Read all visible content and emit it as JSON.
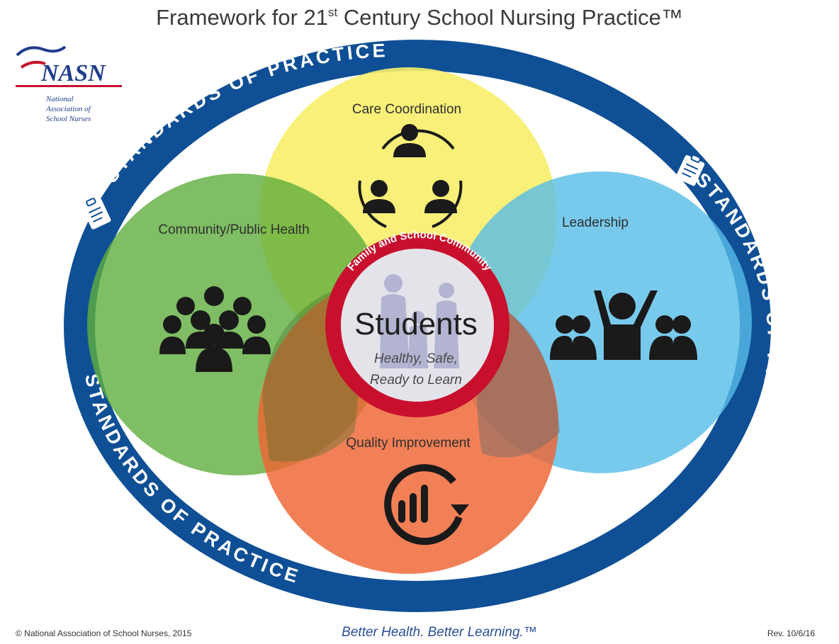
{
  "title": {
    "main": "Framework for 21",
    "sup": "st",
    "rest": " Century School Nursing Practice™"
  },
  "ring": {
    "top_left": "STANDARDS OF PRACTICE",
    "right": "STANDARDS OF PRACTICE",
    "bottom_left": "STANDARDS OF PRACTICE"
  },
  "logo": {
    "name": "NASN",
    "line1": "National",
    "line2": "Association of",
    "line3": "School Nurses"
  },
  "domains": {
    "care_coordination": "Care Coordination",
    "community_public_health": "Community/Public Health",
    "leadership": "Leadership",
    "quality_improvement": "Quality Improvement"
  },
  "center": {
    "arc_text": "Family and School Community",
    "title": "Students",
    "line1": "Healthy, Safe,",
    "line2": "Ready to Learn"
  },
  "footer": {
    "copyright": "© National Association of School Nurses, 2015",
    "slogan": "Better Health. Better Learning.™",
    "revision": "Rev. 10/6/16"
  },
  "colors": {
    "ring_blue": "#0f4f95",
    "yellow": "#f7ee6a",
    "green": "#5fae3d",
    "light_blue": "#56bde9",
    "orange": "#ef6432",
    "center_red": "#c8102e"
  }
}
